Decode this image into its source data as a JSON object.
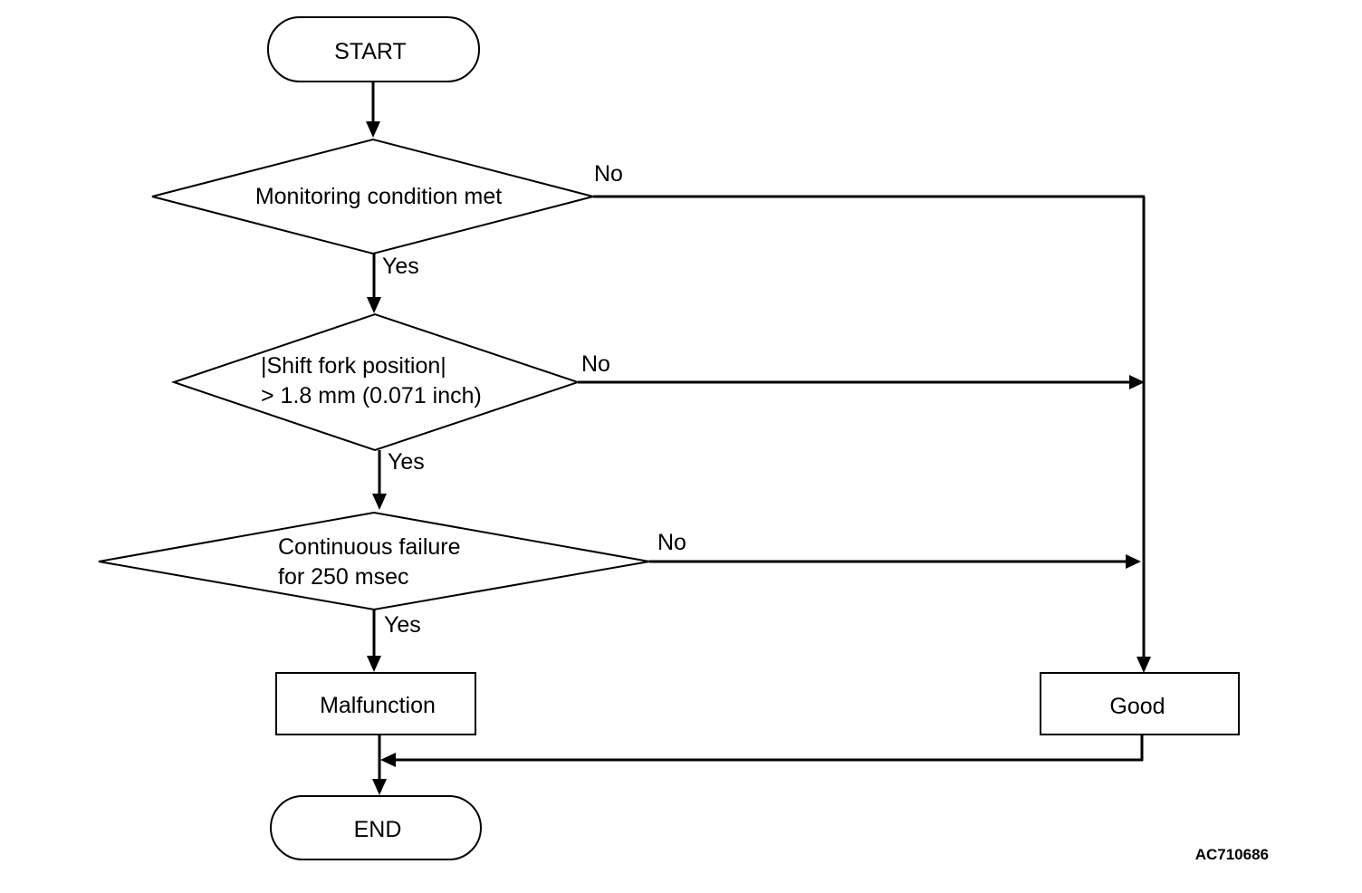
{
  "nodes": {
    "start": "START",
    "monitoring": "Monitoring condition met",
    "shift_fork_line1": "|Shift fork position|",
    "shift_fork_line2": "> 1.8 mm (0.071 inch)",
    "continuous_line1": "Continuous failure",
    "continuous_line2": "for 250 msec",
    "malfunction": "Malfunction",
    "good": "Good",
    "end": "END"
  },
  "edge_labels": {
    "no_1": "No",
    "yes_1": "Yes",
    "no_2": "No",
    "yes_2": "Yes",
    "no_3": "No",
    "yes_3": "Yes"
  },
  "figure_code": "AC710686",
  "colors": {
    "stroke": "#000000",
    "background": "#ffffff"
  }
}
